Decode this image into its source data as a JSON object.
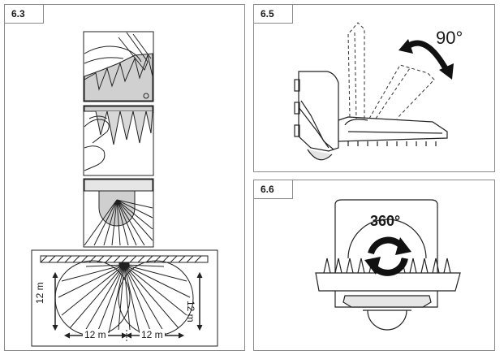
{
  "panels": {
    "p63": {
      "tag": "6.3"
    },
    "p65": {
      "tag": "6.5",
      "angle_label": "90°"
    },
    "p66": {
      "tag": "6.6",
      "angle_label": "360°"
    }
  },
  "coverage": {
    "left_height": "12 m",
    "right_height": "12 m",
    "left_width": "12 m",
    "right_width": "12 m"
  }
}
